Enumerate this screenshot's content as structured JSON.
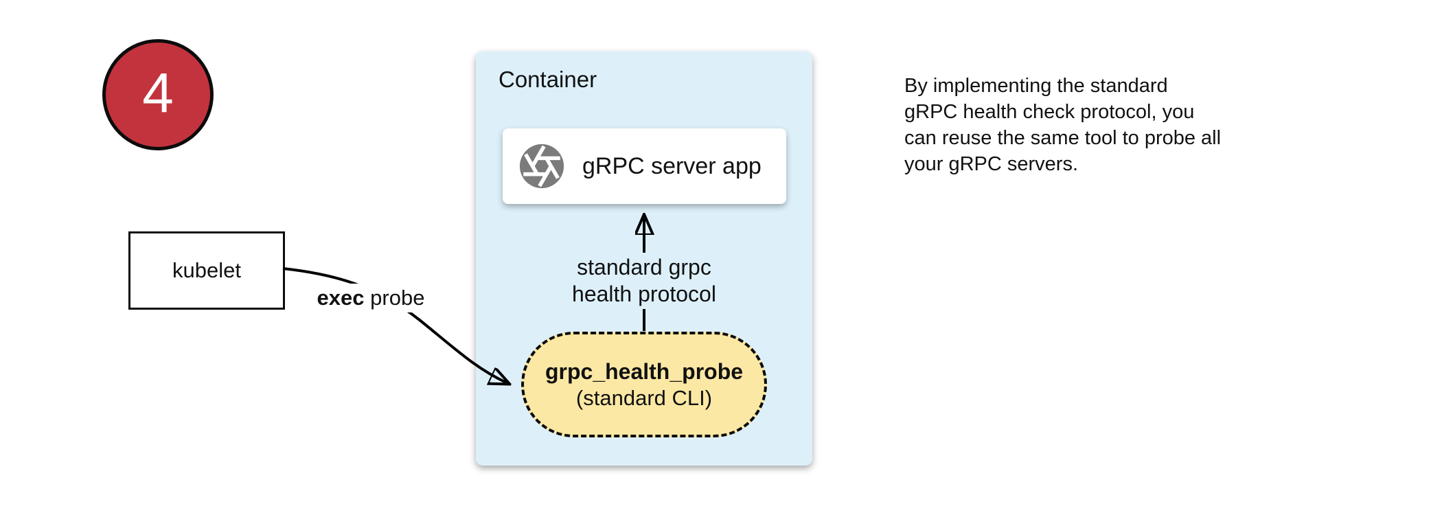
{
  "step_badge": {
    "number": "4",
    "color": "#C2333E"
  },
  "kubelet": {
    "label": "kubelet"
  },
  "exec_edge": {
    "label_bold": "exec",
    "label_regular": "probe"
  },
  "container": {
    "title": "Container",
    "bg_color": "#DDF0FA",
    "server_box": {
      "label": "gRPC server app",
      "icon": "aperture-icon",
      "icon_color": "#7B7B7B"
    },
    "protocol_edge": {
      "label_line1": "standard grpc",
      "label_line2": "health protocol"
    },
    "probe_box": {
      "title": "grpc_health_probe",
      "subtitle": "(standard CLI)",
      "bg_color": "#FBE8A4"
    }
  },
  "annotation": {
    "lines": [
      "By implementing the standard",
      "gRPC health check protocol, you",
      "can reuse the same tool to probe all",
      "your gRPC servers."
    ]
  }
}
